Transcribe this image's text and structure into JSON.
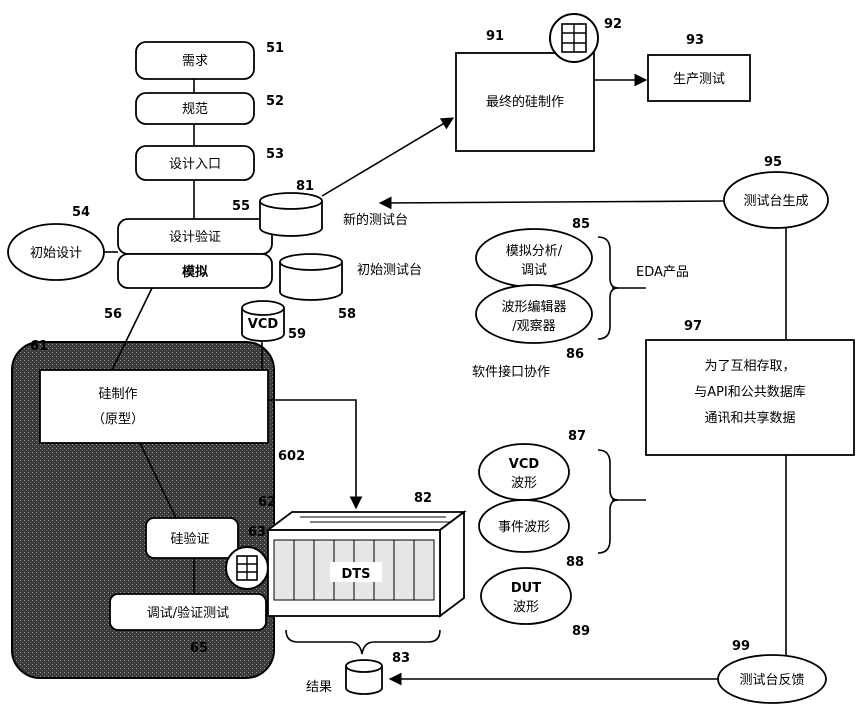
{
  "flow": {
    "demand": "需求",
    "spec": "规范",
    "design_entry": "设计入口",
    "design_verify": "设计验证",
    "simulate": "模拟",
    "initial_design": "初始设计"
  },
  "silicon": {
    "prototype_line1": "硅制作",
    "prototype_line2": "（原型）",
    "silicon_verify": "硅验证",
    "debug_test": "调试/验证测试"
  },
  "testbench": {
    "new_testbench": "新的测试台",
    "initial_testbench": "初始测试台",
    "vcd": "VCD",
    "dts": "DTS",
    "results": "结果"
  },
  "production": {
    "final_silicon": "最终的硅制作",
    "production_test": "生产测试"
  },
  "eda": {
    "sim_analysis_line1": "模拟分析/",
    "sim_analysis_line2": "调试",
    "waveform_editor_line1": "波形编辑器",
    "waveform_editor_line2": "/观察器",
    "eda_products": "EDA产品",
    "software_interface": "软件接口协作",
    "vcd_wave_line1": "VCD",
    "vcd_wave_line2": "波形",
    "event_wave": "事件波形",
    "dut_wave_line1": "DUT",
    "dut_wave_line2": "波形"
  },
  "api": {
    "line1": "为了互相存取，",
    "line2": "与API和公共数据库",
    "line3": "通讯和共享数据"
  },
  "testbench_gen": "测试台生成",
  "testbench_feedback": "测试台反馈",
  "refs": {
    "r51": "51",
    "r52": "52",
    "r53": "53",
    "r54": "54",
    "r55": "55",
    "r56": "56",
    "r58": "58",
    "r59": "59",
    "r61": "61",
    "r602": "602",
    "r62": "62",
    "r63": "63",
    "r65": "65",
    "r81": "81",
    "r82": "82",
    "r83": "83",
    "r85": "85",
    "r86": "86",
    "r87": "87",
    "r88": "88",
    "r89": "89",
    "r91": "91",
    "r92": "92",
    "r93": "93",
    "r95": "95",
    "r97": "97",
    "r99": "99"
  }
}
